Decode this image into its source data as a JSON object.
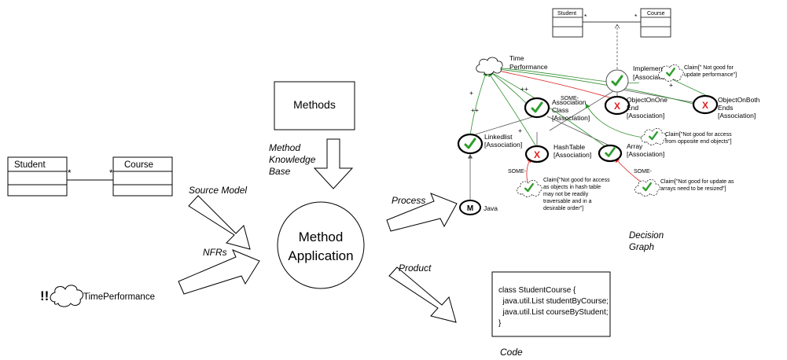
{
  "colors": {
    "green_link": "#2f8f2f",
    "red_link": "#e02020",
    "check": "#2e9e2e",
    "cross": "#e02020",
    "gray_link": "#555555"
  },
  "left": {
    "source_model": {
      "class_a": "Student",
      "class_b": "Course",
      "mult_a": "*",
      "mult_b": "*"
    },
    "nfr_marks": "!!",
    "nfr_softgoal": "TimePerformance"
  },
  "center": {
    "methods": "Methods",
    "mkb": [
      "Method",
      "Knowledge",
      "Base"
    ],
    "method_app": [
      "Method",
      "Application"
    ],
    "arrow_source": "Source Model",
    "arrow_nfrs": "NFRs",
    "arrow_process": "Process",
    "arrow_product": "Product"
  },
  "code_box": {
    "lines": [
      "class StudentCourse {",
      "  java.util.List studentByCourse;",
      "  java.util.List courseByStudent;",
      "}"
    ],
    "caption": "Code"
  },
  "decision_graph": {
    "caption": [
      "Decision",
      "Graph"
    ],
    "uml": {
      "class_a": "Student",
      "class_b": "Course",
      "mult_a": "*",
      "mult_b": "*"
    },
    "time_performance": [
      "Time",
      "Performance"
    ],
    "implementation": [
      "Implementation",
      "[Association]"
    ],
    "assoc_class": [
      "Association",
      "Class",
      "[Association]"
    ],
    "one_end": [
      "ObjectOnOne",
      "End",
      "[Association]"
    ],
    "both_ends": [
      "ObjectOnBoth",
      "Ends",
      "[Association]"
    ],
    "linkedlist": [
      "Linkedlist",
      "[Association]"
    ],
    "hashtable": [
      "HashTable",
      "[Association]"
    ],
    "array": [
      "Array",
      "[Association]"
    ],
    "java_marker": "M",
    "java": "Java",
    "contribs": {
      "pp1": "++",
      "pp2": "++",
      "plus1": "+",
      "plus2": "+",
      "plus3": "+",
      "some1": "SOME-",
      "some2": "SOME-",
      "some3": "SOME-"
    },
    "claim1": [
      "Claim[\" Not good for",
      "update performance\"]"
    ],
    "claim2": [
      "Claim[\"Not good for access",
      "from opposite end objects\"]"
    ],
    "claim3": [
      "Claim[\"Not good for access",
      "as objects in hash table",
      "may not be readily",
      "traversable and in a",
      "desirable order\"]"
    ],
    "claim4": [
      "Claim[\"Not good for update as",
      "arrays need to be resized\"]"
    ]
  }
}
